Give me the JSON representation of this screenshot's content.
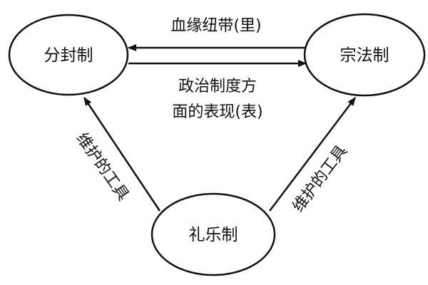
{
  "nodes": {
    "fengjian": "分封制",
    "zongfa": "宗法制",
    "liyue": "礼乐制"
  },
  "edges": {
    "top": "血缘纽带(里)",
    "middle_line1": "政治制度方",
    "middle_line2": "面的表现(表)",
    "left": "维护的工具",
    "right": "维护的工具"
  },
  "colors": {
    "stroke": "#111111",
    "background": "#ffffff"
  }
}
